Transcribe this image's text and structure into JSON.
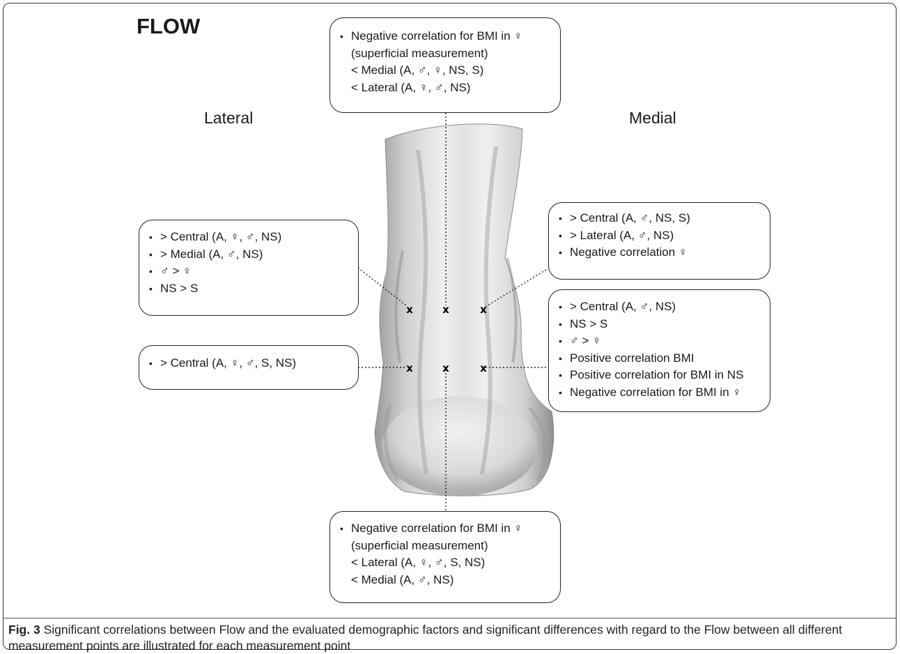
{
  "heading": "FLOW",
  "side_labels": {
    "lateral": "Lateral",
    "medial": "Medial"
  },
  "boxes": {
    "top": {
      "bullets": [
        "Negative correlation for BMI in ♀"
      ],
      "continuation": [
        "(superficial measurement)",
        "< Medial (A, ♂, ♀, NS, S)",
        "< Lateral (A, ♀, ♂, NS)"
      ]
    },
    "lateral_upper": {
      "bullets": [
        "> Central (A, ♀, ♂, NS)",
        "> Medial (A, ♂, NS)",
        "♂ > ♀",
        "NS > S"
      ]
    },
    "lateral_lower": {
      "bullets": [
        "> Central (A, ♀, ♂, S, NS)"
      ]
    },
    "medial_upper": {
      "bullets": [
        "> Central (A, ♂, NS, S)",
        "> Lateral (A, ♂, NS)",
        "Negative correlation ♀"
      ]
    },
    "medial_lower": {
      "bullets": [
        "> Central (A, ♂, NS)",
        "NS > S",
        "♂ > ♀",
        "Positive correlation BMI",
        "Positive correlation for BMI in NS",
        "Negative correlation for BMI in ♀"
      ]
    },
    "bottom": {
      "bullets": [
        "Negative correlation for BMI in ♀"
      ],
      "continuation": [
        "(superficial measurement)",
        "< Lateral (A, ♀, ♂, S, NS)",
        "< Medial (A, ♂, NS)"
      ]
    }
  },
  "markers": [
    "x",
    "x",
    "x",
    "x",
    "x",
    "x"
  ],
  "caption": {
    "label": "Fig. 3",
    "text": " Significant correlations between Flow and the evaluated demographic factors and significant differences with regard to the Flow between all different measurement points are illustrated for each measurement point"
  }
}
